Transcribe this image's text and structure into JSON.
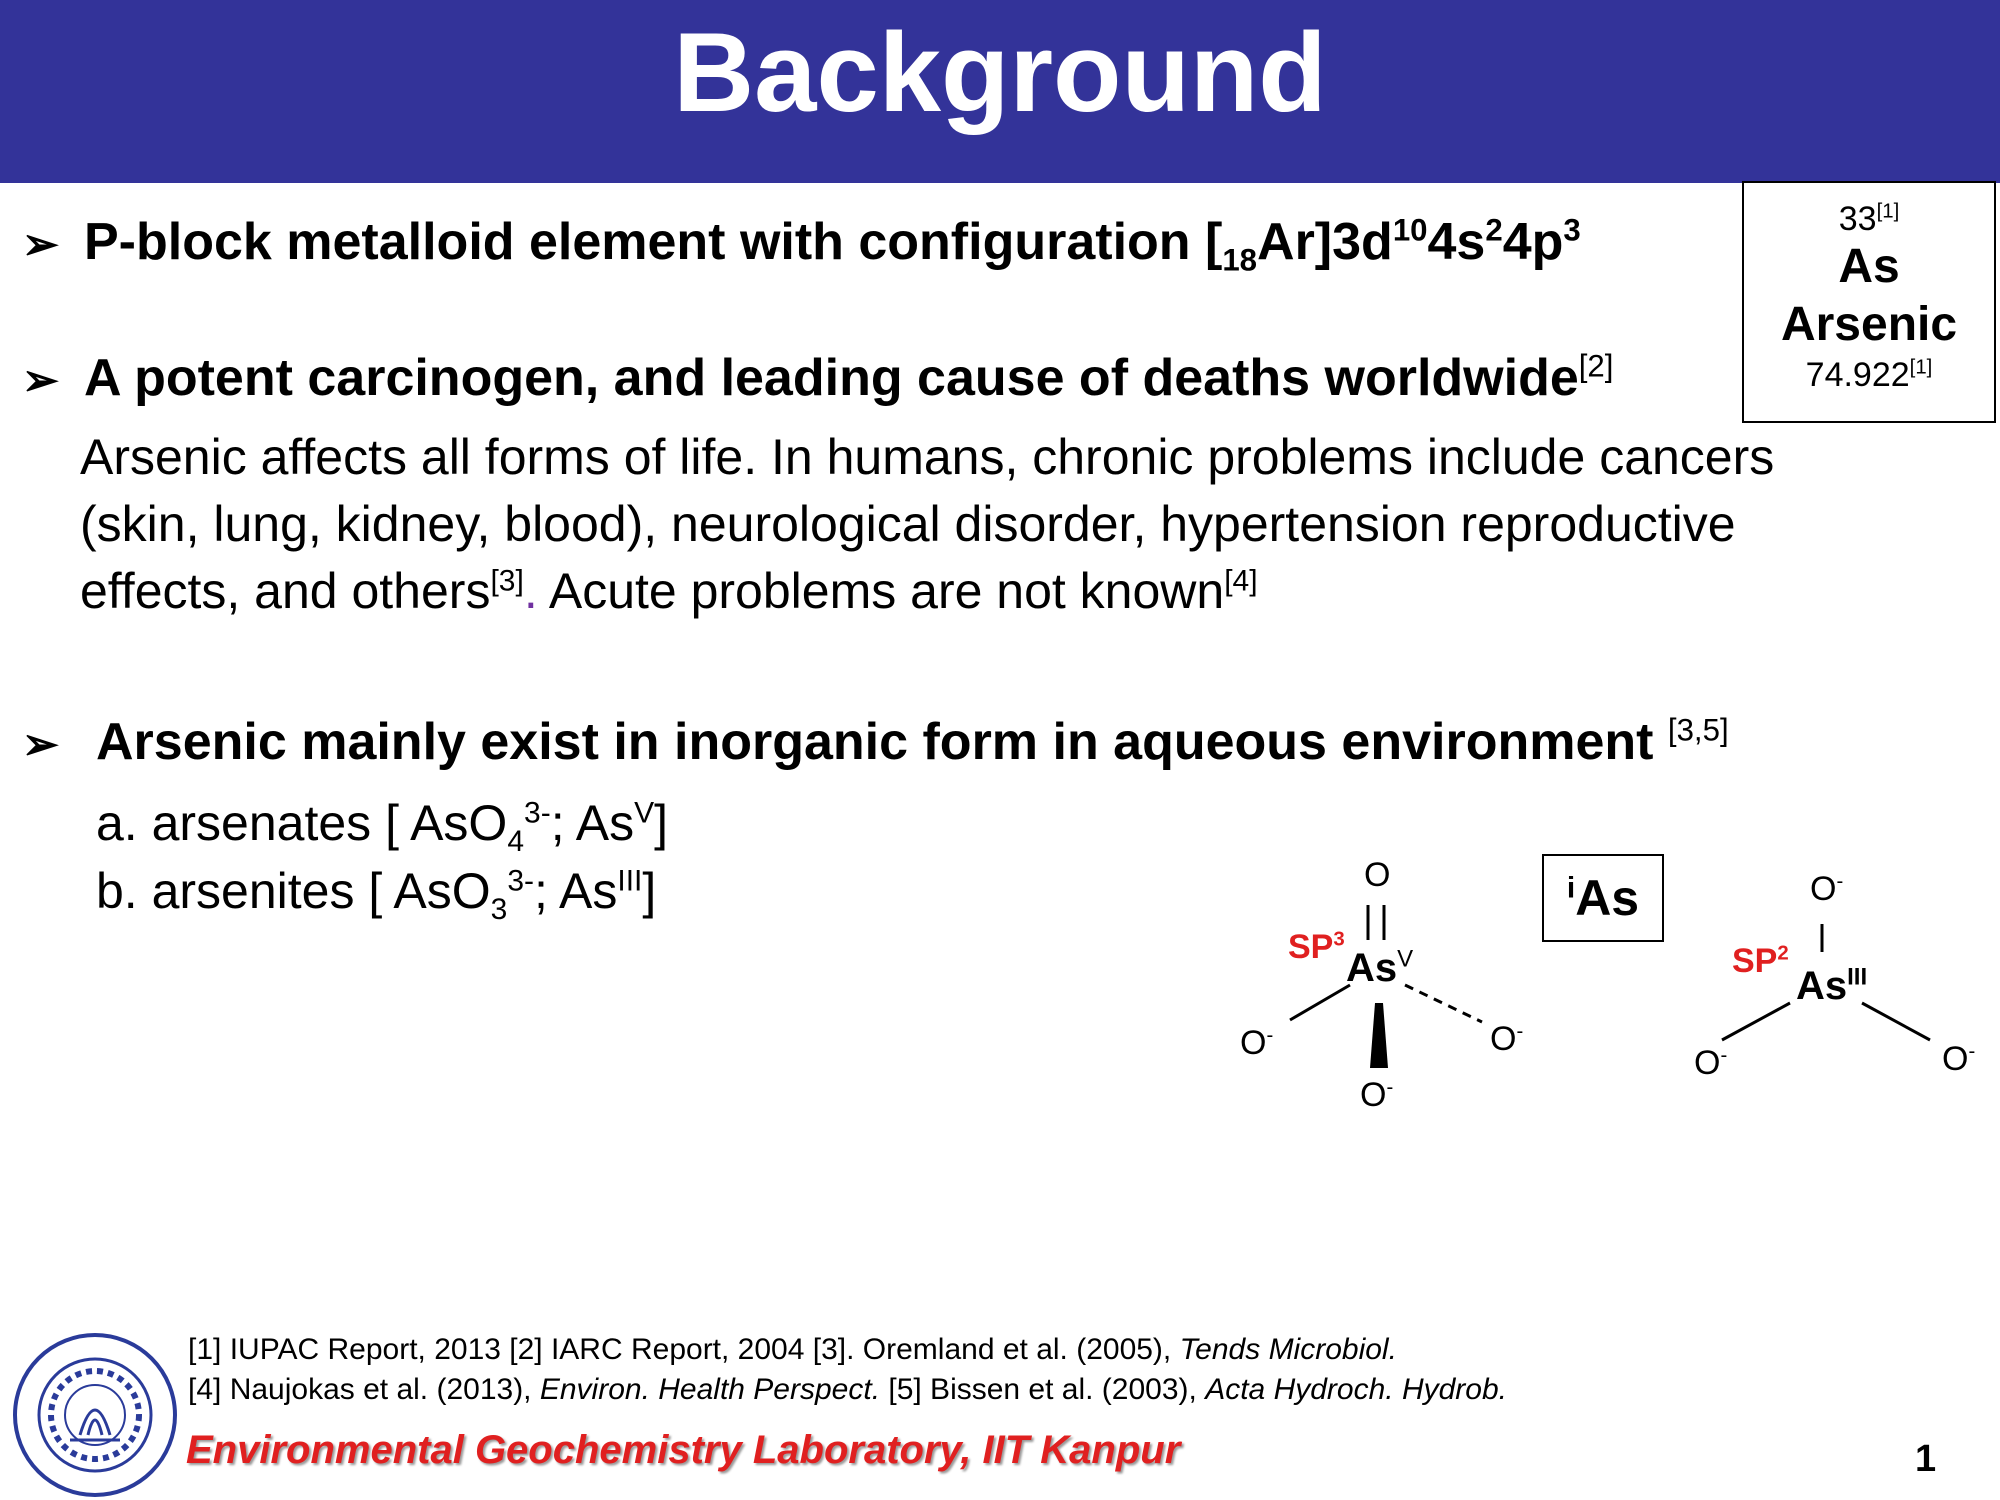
{
  "header": {
    "title": "Background"
  },
  "bullet1": {
    "text": "P-block metalloid element with configuration [",
    "sub18": "18",
    "ar": "Ar]3d",
    "sup10": "10",
    "s4": "4s",
    "sup2": "2",
    "p4": "4p",
    "sup3": "3"
  },
  "bullet2": {
    "text": "A potent carcinogen, and leading cause of deaths worldwide",
    "ref": "[2]"
  },
  "paragraph": {
    "line1": "Arsenic affects all forms of life. In humans, chronic problems include cancers",
    "line2": "(skin, lung, kidney, blood), neurological disorder, hypertension reproductive",
    "line3a": "effects, and others",
    "ref3": "[3]",
    "dot": ".",
    "line3b": " Acute problems are not known",
    "ref4": "[4]"
  },
  "element": {
    "number": "33",
    "number_ref": "[1]",
    "symbol": "As",
    "name": "Arsenic",
    "mass": "74.922",
    "mass_ref": "[1]"
  },
  "bullet3": {
    "text": "Arsenic mainly exist in inorganic form in aqueous environment ",
    "ref": "[3,5]"
  },
  "forms": {
    "a_prefix": "a. arsenates [ AsO",
    "a_sub": "4",
    "a_sup": "3-",
    "a_mid": "; As",
    "a_ox": "V",
    "a_end": "]",
    "b_prefix": "b. arsenites [ AsO",
    "b_sub": "3",
    "b_sup": "3-",
    "b_mid": "; As",
    "b_ox": "III",
    "b_end": "]"
  },
  "ias": {
    "sup": "i",
    "text": "As"
  },
  "arsenate": {
    "top_o": "O",
    "hyb": "SP",
    "hyb_sup": "3",
    "center": "As",
    "ox": "V",
    "o_left": "O",
    "o_right": "O",
    "o_bottom": "O",
    "charge": "-"
  },
  "arsenite": {
    "top_o": "O",
    "hyb": "SP",
    "hyb_sup": "2",
    "center": "As",
    "ox": "III",
    "o_left": "O",
    "o_right": "O",
    "charge": "-"
  },
  "references": {
    "r1": "[1] IUPAC Report, 2013 [2] IARC Report, 2004 [3]. Oremland et al. (2005), ",
    "r1_journal": "Tends Microbiol.",
    "r2": "[4] Naujokas et al. (2013), ",
    "r2_journal": "Environ. Health Perspect.",
    "r2b": " [5] Bissen et al. (2003), ",
    "r2b_journal": "Acta Hydroch. Hydrob."
  },
  "footer": {
    "lab": "Environmental Geochemistry Laboratory, IIT Kanpur",
    "page": "1"
  },
  "colors": {
    "header": "#333399",
    "accent_red": "#e02020"
  }
}
